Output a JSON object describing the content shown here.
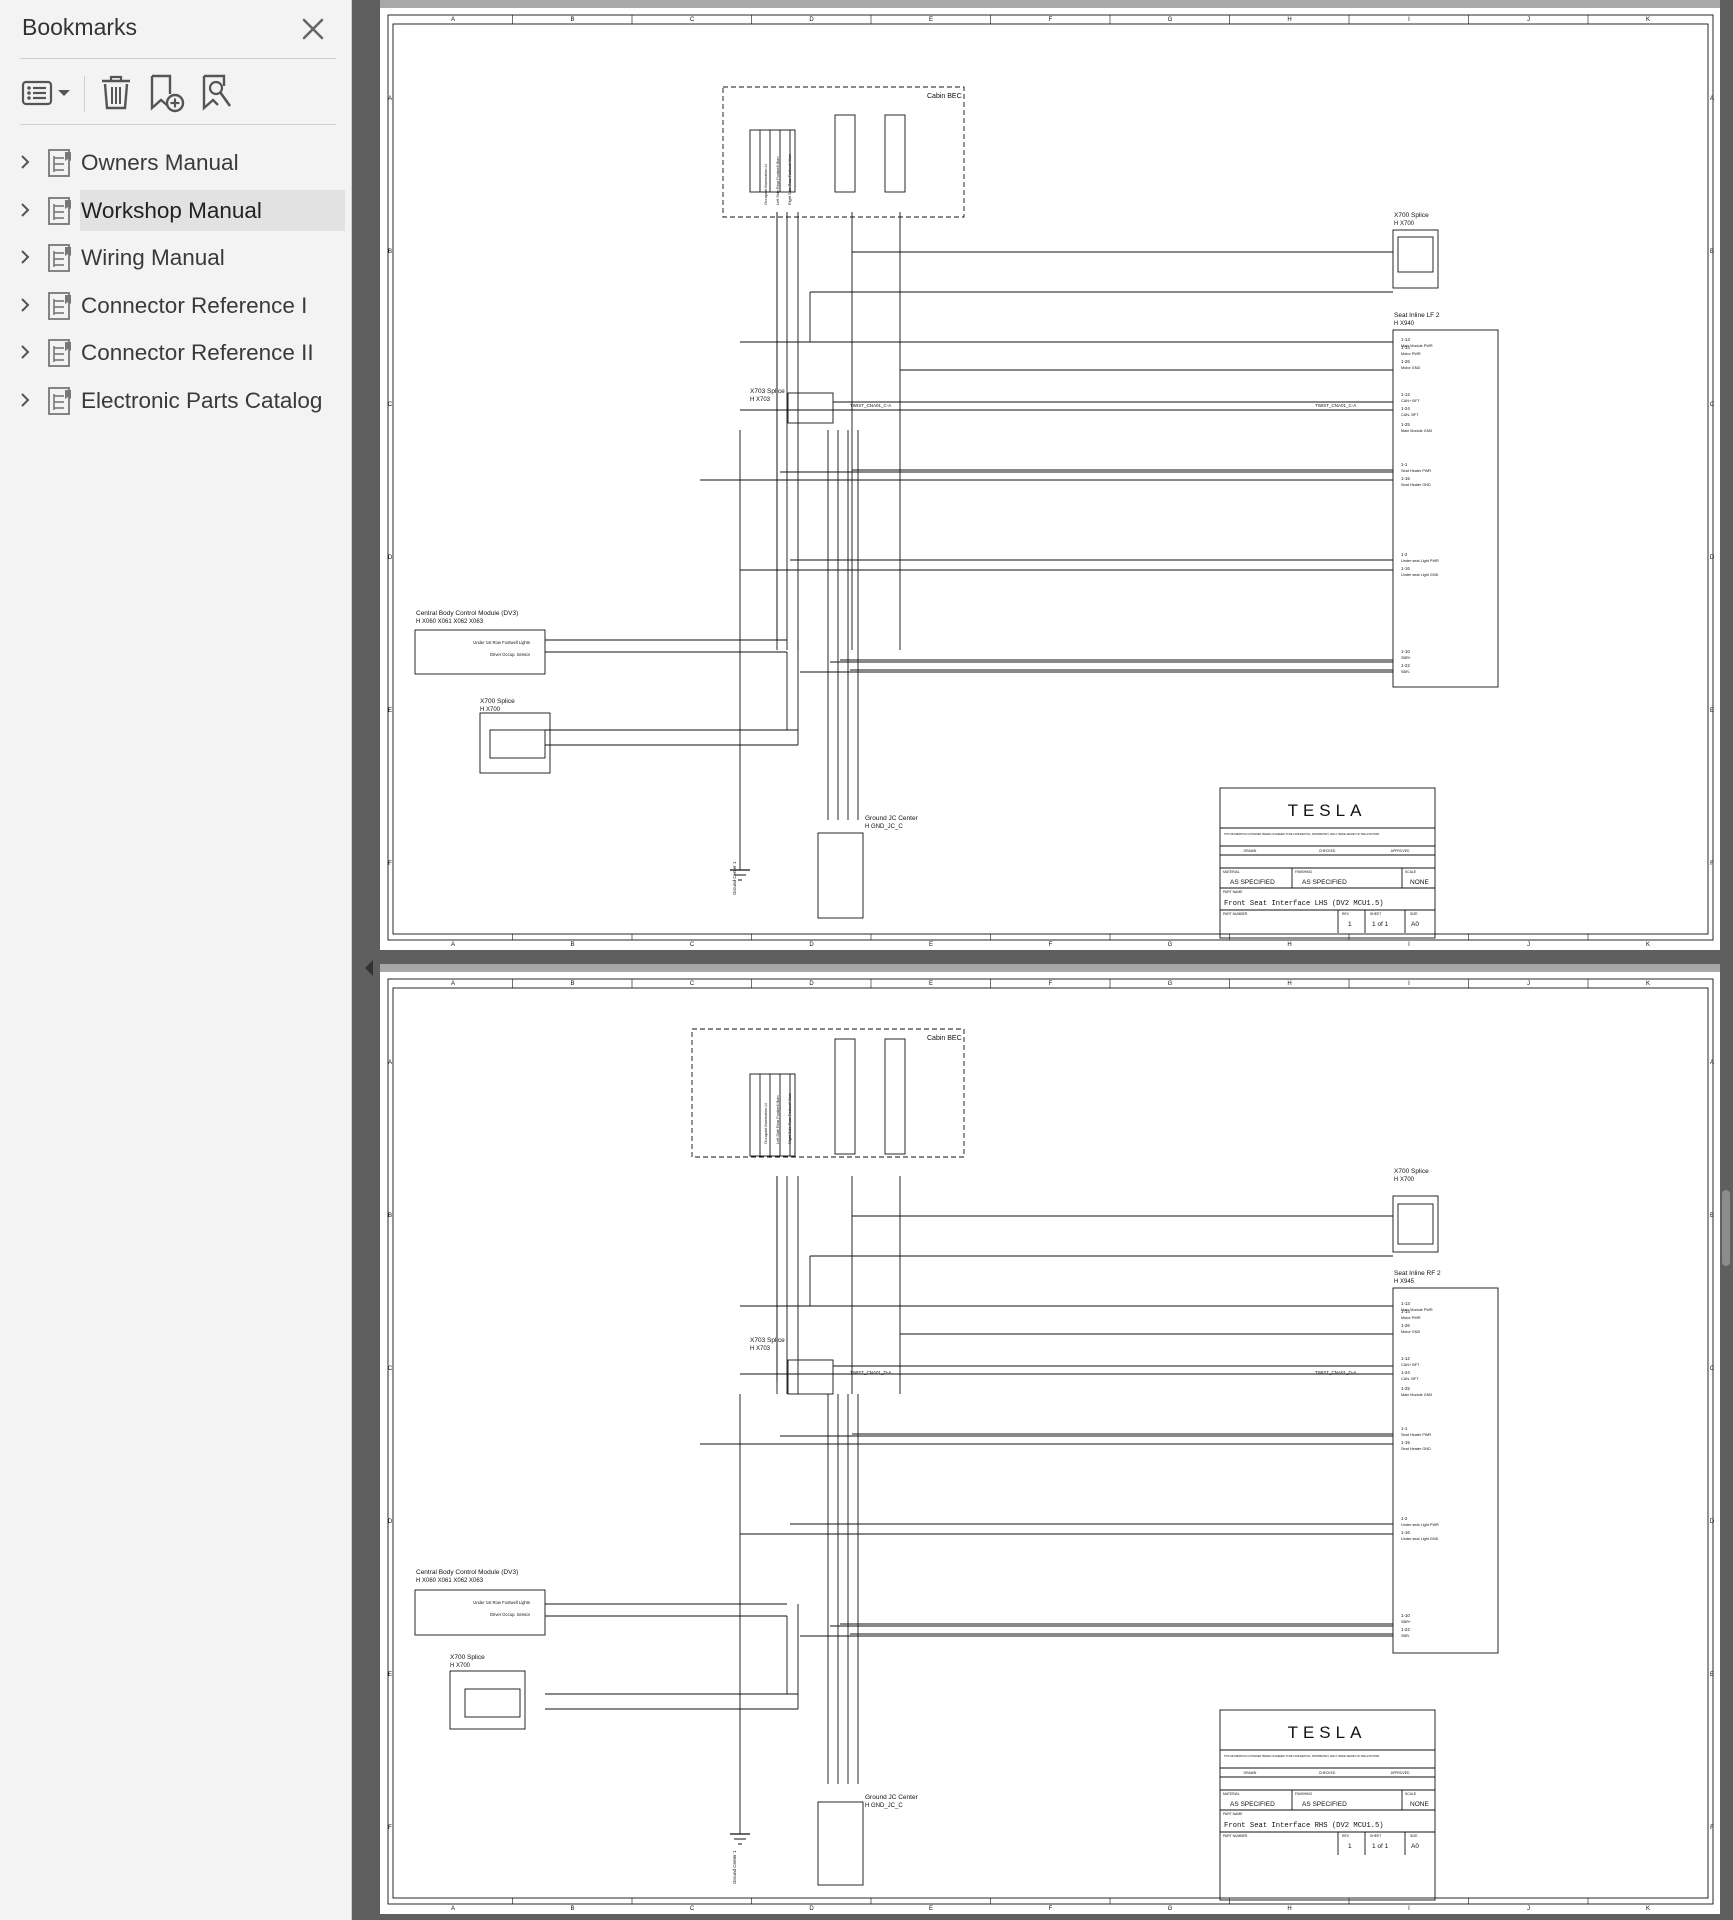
{
  "sidebar": {
    "title": "Bookmarks",
    "close_icon": "close-icon",
    "toolbar": [
      {
        "name": "options-menu-button",
        "icon": "list-options-icon"
      },
      {
        "name": "delete-bookmark-button",
        "icon": "trash-icon"
      },
      {
        "name": "add-bookmark-button",
        "icon": "bookmark-add-icon"
      },
      {
        "name": "find-bookmark-button",
        "icon": "bookmark-search-icon"
      }
    ],
    "items": [
      {
        "label": "Owners Manual"
      },
      {
        "label": "Workshop Manual",
        "selected": true
      },
      {
        "label": "Wiring Manual"
      },
      {
        "label": "Connector Reference I"
      },
      {
        "label": "Connector Reference II"
      },
      {
        "label": "Electronic Parts Catalog"
      }
    ]
  },
  "grid": {
    "cols": [
      "A",
      "B",
      "C",
      "D",
      "E",
      "F",
      "G",
      "H",
      "I",
      "J",
      "K"
    ],
    "rows": [
      "A",
      "B",
      "C",
      "D",
      "E",
      "F"
    ]
  },
  "pages": [
    {
      "title_block": {
        "logo": "TESLA",
        "fine_print": "THIS INFORMATION CONTAINED HEREIN IS DEEMED TO BE CONFIDENTIAL, PROPRIETARY, AND A TRADE SECRET OF TESLA MOTORS.",
        "drawn": "DRAWN",
        "checked": "CHECKED",
        "approved": "APPROVED",
        "material_label": "MATERIAL",
        "material": "AS SPECIFIED",
        "finishing_label": "FINISHING",
        "finishing": "AS SPECIFIED",
        "scale_label": "SCALE",
        "scale": "NONE",
        "part_name_label": "PART NAME",
        "part_name": "Front Seat Interface LHS (DV2 MCU1.5)",
        "part_number_label": "PART NUMBER",
        "rev_label": "REV",
        "rev": "1",
        "sheet_label": "SHEET",
        "sheet": "1  of  1",
        "size_label": "SIZE",
        "size": "A0"
      },
      "components": {
        "cabin_bec": "Cabin BEC",
        "splice_right": "X700 Splice",
        "splice_right_code": "X700",
        "inline": "Seat Inline LF 2",
        "inline_code": "X940",
        "splice_mid": "X703 Splice",
        "splice_mid_code": "X703",
        "twist_a": "TWIST_CNA01_C-A",
        "twist_b": "TWIST_CNA01_C-A",
        "cbcm": "Central Body Control Module (DV3)",
        "cbcm_codes": "X060   X061   X062   X063",
        "cbcm_pin1": "Under 1st Row Footwell Lights",
        "cbcm_pin2": "Driver Occup. Sensor",
        "splice_left": "X700 Splice",
        "splice_left_code": "X700",
        "ground": "Ground JC Center",
        "ground_code": "GND_JC_C",
        "ground_center": "Ground Center 1",
        "h": "H"
      },
      "pins": [
        "Main Module PWR",
        "Motor PWR",
        "Motor GND",
        "CAN+ BFT",
        "CAN- BFT",
        "Main Module GND",
        "Seat Heater PWR",
        "Seat Heater GND",
        "Under seat Light PWR",
        "Under seat Light GND",
        "SBR+",
        "SBR-"
      ],
      "pin_nums": [
        "1-13",
        "1-14",
        "1-26",
        "1-12",
        "1-24",
        "1-25",
        "1-1",
        "1-15",
        "1-2",
        "1-16",
        "1-10",
        "1-22"
      ]
    },
    {
      "title_block": {
        "logo": "TESLA",
        "fine_print": "THIS INFORMATION CONTAINED HEREIN IS DEEMED TO BE CONFIDENTIAL, PROPRIETARY, AND A TRADE SECRET OF TESLA MOTORS.",
        "drawn": "DRAWN",
        "checked": "CHECKED",
        "approved": "APPROVED",
        "material_label": "MATERIAL",
        "material": "AS SPECIFIED",
        "finishing_label": "FINISHING",
        "finishing": "AS SPECIFIED",
        "scale_label": "SCALE",
        "scale": "NONE",
        "part_name_label": "PART NAME",
        "part_name": "Front Seat Interface RHS (DV2 MCU1.5)",
        "part_number_label": "PART NUMBER",
        "rev_label": "REV",
        "rev": "1",
        "sheet_label": "SHEET",
        "sheet": "1  of  1",
        "size_label": "SIZE",
        "size": "A0"
      },
      "components": {
        "cabin_bec": "Cabin BEC",
        "splice_right": "X700 Splice",
        "splice_right_code": "X700",
        "inline": "Seat Inline RF 2",
        "inline_code": "X945",
        "splice_mid": "X703 Splice",
        "splice_mid_code": "X703",
        "twist_a": "TWIST_CNA01_D-A",
        "twist_b": "TWIST_CNA01_D-A",
        "cbcm": "Central Body Control Module (DV3)",
        "cbcm_codes": "X060   X061   X062   X063",
        "cbcm_pin1": "Under 1st Row Footwell Lights",
        "cbcm_pin2": "Driver Occup. Sensor",
        "splice_left": "X700 Splice",
        "splice_left_code": "X700",
        "ground": "Ground JC Center",
        "ground_code": "GND_JC_C",
        "ground_center": "Ground Center 1",
        "h": "H"
      },
      "pins": [
        "Main Module PWR",
        "Motor PWR",
        "Motor GND",
        "CAN+ BFT",
        "CAN- BFT",
        "Main Module GND",
        "Seat Heater PWR",
        "Seat Heater GND",
        "Under seat Light PWR",
        "Under seat Light GND",
        "SBR+",
        "SBR-"
      ],
      "pin_nums": [
        "1-13",
        "1-14",
        "1-26",
        "1-12",
        "1-24",
        "1-25",
        "1-1",
        "1-15",
        "1-2",
        "1-16",
        "1-10",
        "1-22"
      ]
    }
  ]
}
